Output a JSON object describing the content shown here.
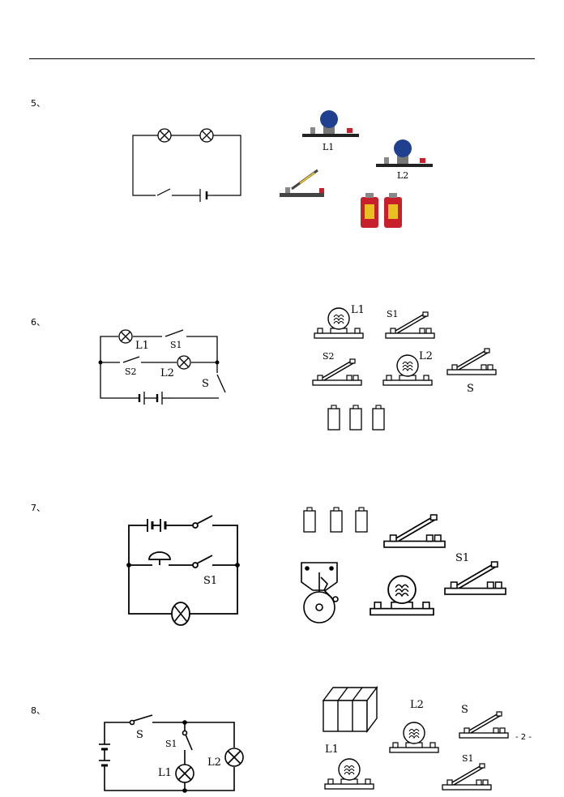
{
  "questions": [
    {
      "number": "5、",
      "labels": {
        "l1": "L1",
        "l2": "L2"
      }
    },
    {
      "number": "6、",
      "labels": {
        "l1": "L1",
        "s1": "S1",
        "s2": "S2",
        "l2": "L2",
        "s": "S",
        "r_l1": "L1",
        "r_s1": "S1",
        "r_s2": "S2",
        "r_l2": "L2",
        "r_s": "S"
      }
    },
    {
      "number": "7、",
      "labels": {
        "s1": "S1",
        "r_s1": "S1"
      }
    },
    {
      "number": "8、",
      "labels": {
        "s": "S",
        "s1": "S1",
        "l1": "L1",
        "l2": "L2",
        "r_l2": "L2",
        "r_s": "S",
        "r_l1": "L1",
        "r_s1": "S1"
      }
    }
  ],
  "page_number": "- 2 -",
  "colors": {
    "bulb_blue": "#1f3f8f",
    "battery_red": "#c8202a"
  }
}
